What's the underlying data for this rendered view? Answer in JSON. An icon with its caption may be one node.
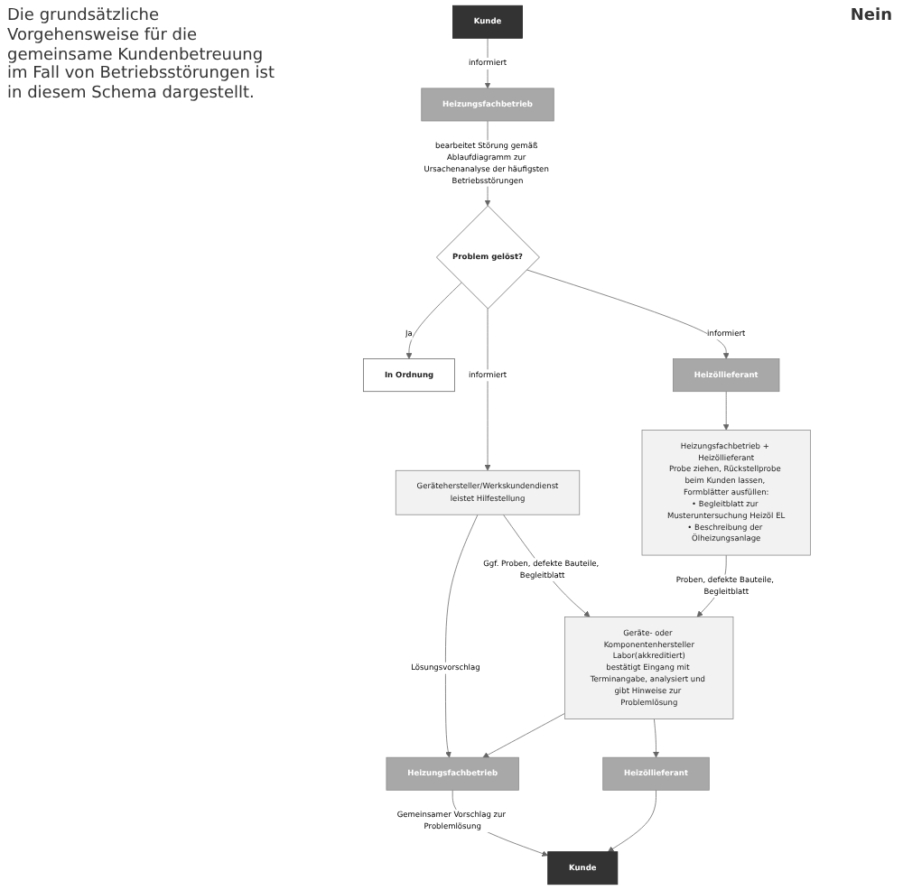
{
  "diagram": {
    "caption": "Die grundsätzliche Vorgehensweise für die gemeinsame Kundenbetreuung im Fall von Betriebsstörungen ist in diesem Schema dargestellt.",
    "nodes": [
      {
        "text": [
          "Kunde"
        ]
      },
      {
        "text": [
          "Heizungsfachbetrieb"
        ]
      },
      {
        "text": [
          "Problem gelöst?"
        ]
      },
      {
        "text": [
          "In Ordnung"
        ]
      },
      {
        "text": [
          "Heizöllieferant"
        ]
      },
      {
        "text": [
          "Gerätehersteller/Werkskundendienst",
          "leistet Hilfestellung"
        ]
      },
      {
        "text": [
          "Heizungsfachbetrieb + Heizöllieferant",
          "Probe ziehen, Rückstellprobe beim Kunden lassen, Formblätter ausfüllen:",
          "• Begleitblatt zur Musteruntersuchung Heizöl EL",
          "• Beschreibung der Ölheizungsanlage"
        ]
      },
      {
        "text": [
          "Geräte- oder Komponentenhersteller",
          "Labor(akkreditiert)",
          "bestätigt Eingang mit Terminangabe, analysiert und gibt Hinweise zur Problemlösung"
        ]
      },
      {
        "text": [
          "Heizungsfachbetrieb"
        ]
      },
      {
        "text": [
          "Heizöllieferant"
        ]
      },
      {
        "text": [
          "Kunde"
        ]
      }
    ],
    "edges": [
      {
        "from": 0,
        "to": 1,
        "arrow": "to",
        "label": "informiert"
      },
      {
        "from": 1,
        "to": 2,
        "arrow": "to",
        "label": "bearbeitet Störung gemäß Ablaufdiagramm zur Ursachenanalyse der häufigsten Betriebsstörungen"
      },
      {
        "from": 2,
        "to": 3,
        "arrow": "to",
        "label": "Ja"
      },
      {
        "from": 2,
        "to": 4,
        "arrow": "to",
        "label": "informiert"
      },
      {
        "from": 2,
        "to": 5,
        "arrow": "to",
        "label": "informiert"
      },
      {
        "from": 4,
        "to": 6,
        "arrow": "to"
      },
      {
        "from": 5,
        "to": 7,
        "arrow": "to",
        "label": "Ggf. Proben, defekte Bauteile, Begleitblatt"
      },
      {
        "from": 6,
        "to": 7,
        "arrow": "to",
        "label": "Proben, defekte Bauteile, Begleitblatt"
      },
      {
        "from": 5,
        "to": 8,
        "arrow": "to",
        "label": "Lösungsvorschlag"
      },
      {
        "from": 7,
        "to": 8,
        "arrow": "to"
      },
      {
        "from": 7,
        "to": 9,
        "arrow": "to"
      },
      {
        "from": 8,
        "to": 10,
        "arrow": "to",
        "label": "Gemeinsamer Vorschlag zur Problemlösung"
      },
      {
        "from": 9,
        "to": 10,
        "arrow": "to"
      }
    ],
    "labels": [
      "Nein"
    ]
  }
}
